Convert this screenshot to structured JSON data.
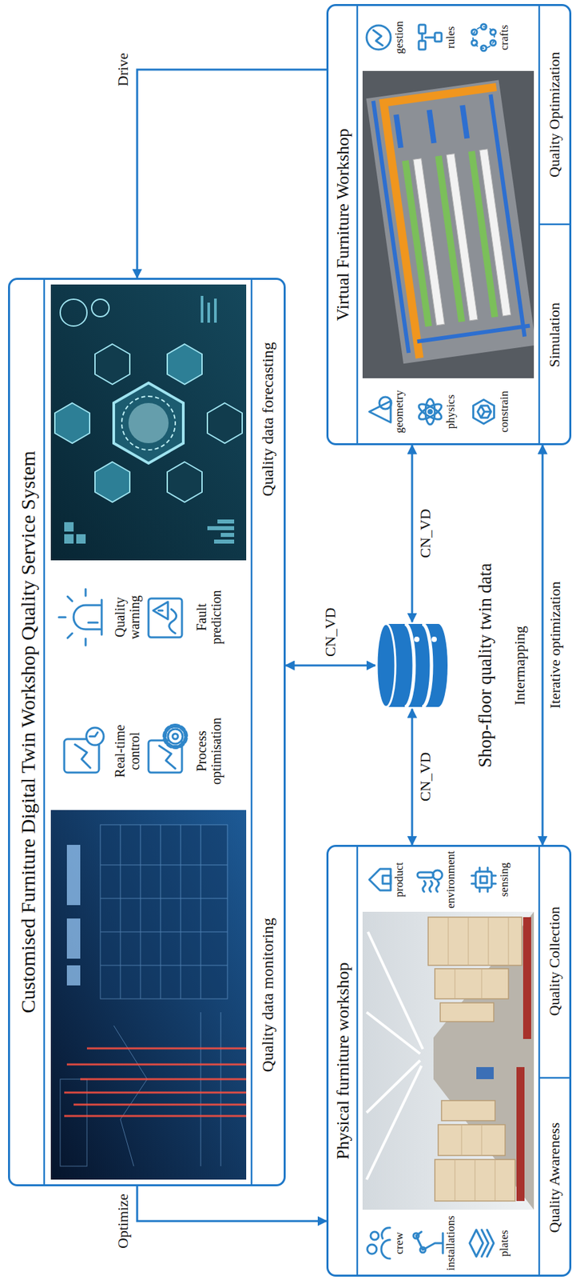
{
  "diagram": {
    "nodes": [
      {
        "text": [
          "Customised Furniture Digital Twin Workshop Quality Service System",
          "Quality data monitoring",
          "Quality data forecasting"
        ]
      },
      {
        "text": [
          "Physical furniture workshop",
          "Quality Awareness",
          "Quality Collection"
        ]
      },
      {
        "text": [
          "Shop-floor quality twin data"
        ]
      },
      {
        "text": [
          "Virtual Furniture Workshop",
          "Simulation",
          "Quality Optimization"
        ]
      }
    ],
    "edges": [
      {
        "from": 0,
        "to": 1,
        "label": "Optimize",
        "arrow": "to"
      },
      {
        "from": 3,
        "to": 0,
        "label": "Drive",
        "arrow": "to"
      },
      {
        "from": 0,
        "to": 2,
        "label": "CN_VD",
        "arrow": "both"
      },
      {
        "from": 1,
        "to": 2,
        "label": "CN_VD",
        "arrow": "both"
      },
      {
        "from": 2,
        "to": 3,
        "label": "CN_VD",
        "arrow": "both"
      },
      {
        "from": 1,
        "to": 3,
        "label": "Iterative optimization",
        "arrow": "both"
      }
    ],
    "labels": [
      "Real-time control",
      "Quality warning",
      "Process optimisation",
      "Fault prediction",
      "crew",
      "installations",
      "plates",
      "product",
      "environment",
      "sensing",
      "geometry",
      "physics",
      "constrain",
      "gestion",
      "rules",
      "crafts",
      "Intermapping"
    ]
  }
}
